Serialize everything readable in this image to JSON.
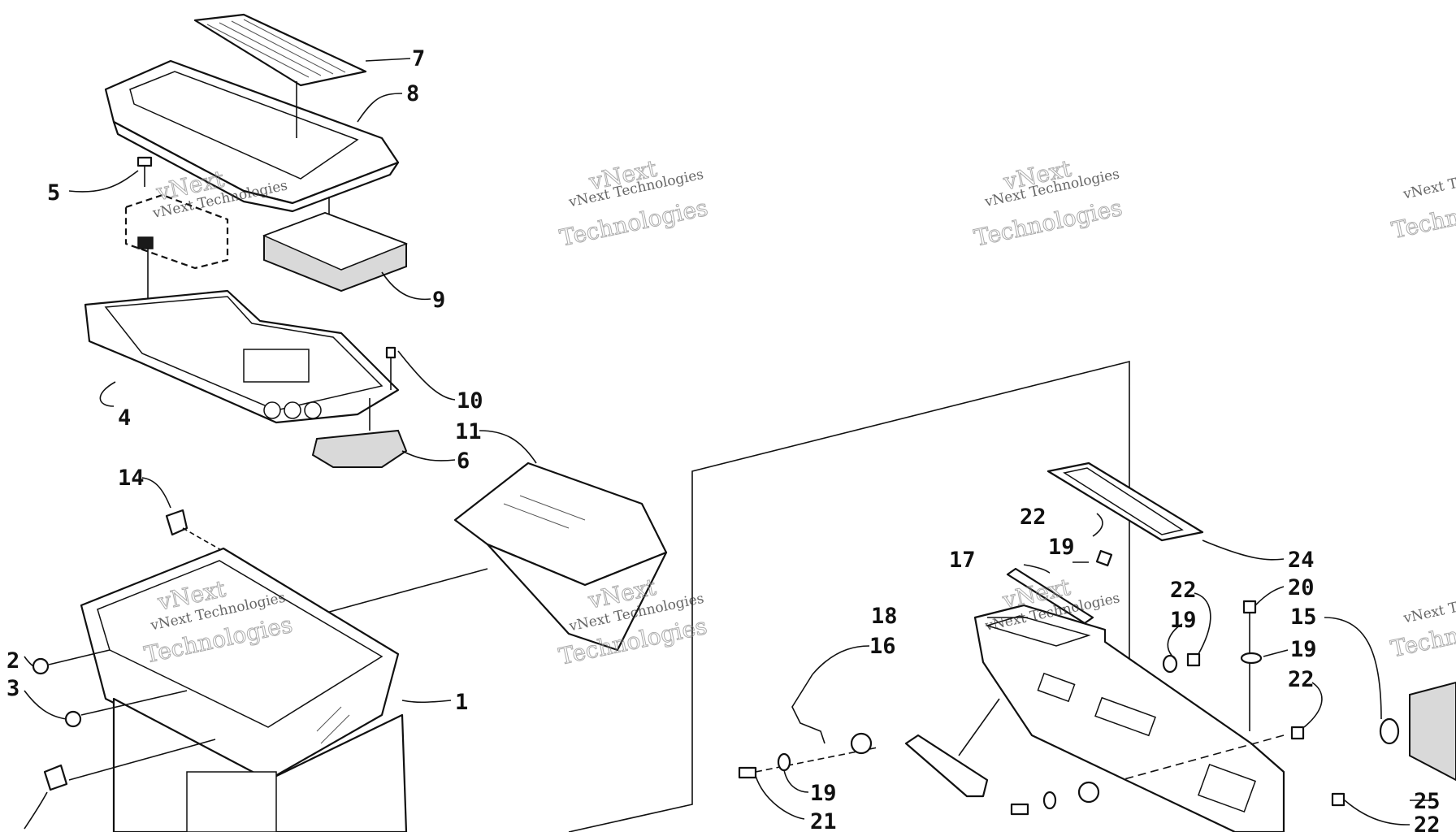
{
  "watermark": {
    "line1": "vNext Technologies",
    "line2": "Technologies",
    "line2_top": "vNext"
  },
  "callouts": {
    "c1": "1",
    "c2": "2",
    "c3": "3",
    "c4": "4",
    "c5": "5",
    "c6": "6",
    "c7": "7",
    "c8": "8",
    "c9": "9",
    "c10": "10",
    "c11": "11",
    "c14": "14",
    "c15": "15",
    "c16": "16",
    "c17": "17",
    "c18": "18",
    "c19a": "19",
    "c19b": "19",
    "c19c": "19",
    "c19d": "19",
    "c20": "20",
    "c21": "21",
    "c22a": "22",
    "c22b": "22",
    "c22c": "22",
    "c22d": "22",
    "c24": "24",
    "c25": "25"
  }
}
